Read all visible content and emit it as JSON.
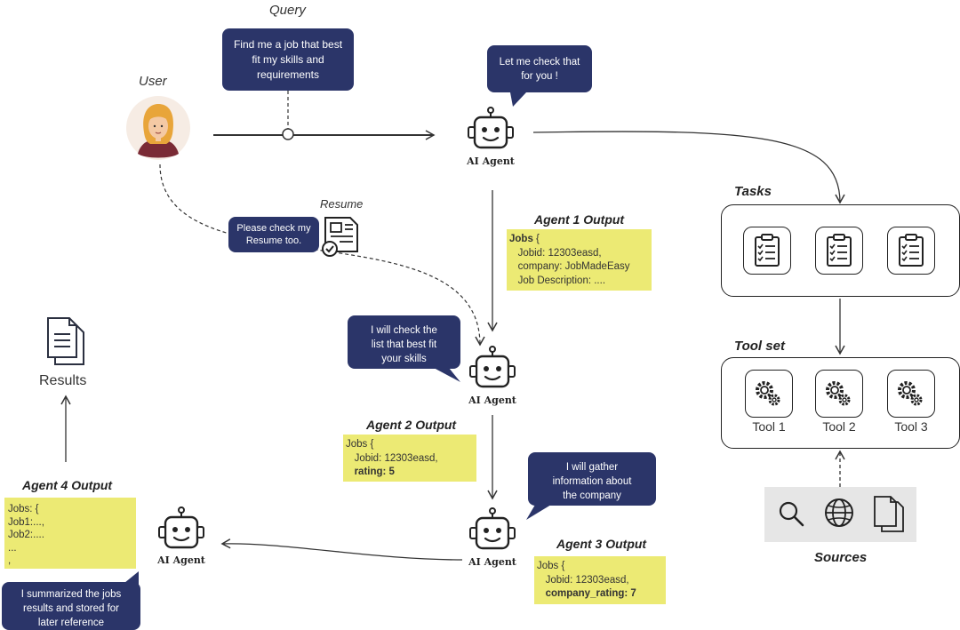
{
  "query_label": "Query",
  "user_label": "User",
  "query_text": "Find me a job that best\nfit my skills and\nrequirements",
  "agent1_bubble": "Let me check that\nfor you !",
  "agent_label": "AI Agent",
  "resume_label": "Resume",
  "resume_bubble": "Please check my\nResume too.",
  "agent1_output_title": "Agent 1 Output",
  "agent1_output": {
    "l1": "Jobs",
    "l1b": " {",
    "l2": "   Jobid: 12303easd,",
    "l3": "   company: JobMadeEasy",
    "l4": "   Job Description: ...."
  },
  "agent2_bubble": "I will check the\nlist that best fit\nyour skills",
  "agent2_output_title": "Agent 2 Output",
  "agent2_output": {
    "l1": "Jobs {",
    "l2": "   Jobid: 12303easd,",
    "l3": "   rating: 5"
  },
  "agent3_bubble": "I will gather\ninformation about\nthe company",
  "agent3_output_title": "Agent 3 Output",
  "agent3_output": {
    "l1": "Jobs {",
    "l2": "   Jobid: 12303easd,",
    "l3": "   company_rating: 7"
  },
  "agent4_output_title": "Agent 4 Output",
  "agent4_output": {
    "l1": "Jobs: {",
    "l2": "Job1:...,",
    "l3": "Job2:....",
    "l4": "...",
    "l5": ","
  },
  "agent4_bubble": "I summarized the jobs\nresults and stored for\nlater reference",
  "results_label": "Results",
  "tasks_label": "Tasks",
  "toolset_label": "Tool set",
  "tools": [
    "Tool 1",
    "Tool 2",
    "Tool 3"
  ],
  "sources_label": "Sources",
  "colors": {
    "bubble": "#2b3569",
    "note": "#ecea74",
    "sources_bg": "#e6e6e6"
  }
}
